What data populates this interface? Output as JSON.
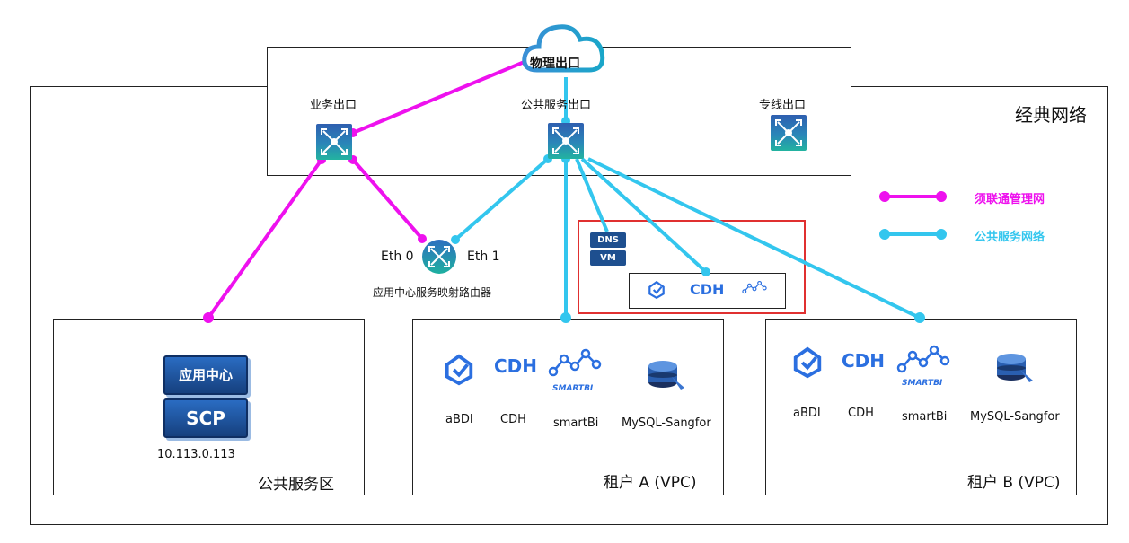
{
  "cloud": {
    "label": "物理出口"
  },
  "classic_network": {
    "title": "经典网络"
  },
  "exits": {
    "business": "业务出口",
    "public_service": "公共服务出口",
    "dedicated": "专线出口"
  },
  "router": {
    "eth0": "Eth 0",
    "eth1": "Eth 1",
    "label": "应用中心服务映射路由器"
  },
  "legend": {
    "items": [
      {
        "label": "须联通管理网",
        "color": "#ee11ee"
      },
      {
        "label": "公共服务网络",
        "color": "#33c6ee"
      }
    ]
  },
  "dns_vm": {
    "dns": "DNS",
    "vm": "VM"
  },
  "zones": {
    "public": {
      "title": "公共服务区",
      "app_center": "应用中心",
      "scp": "SCP",
      "ip": "10.113.0.113"
    },
    "tenant_a": {
      "title": "租户 A (VPC)",
      "apps": [
        "aBDI",
        "CDH",
        "smartBi",
        "MySQL-Sangfor"
      ]
    },
    "tenant_b": {
      "title": "租户 B (VPC)",
      "apps": [
        "aBDI",
        "CDH",
        "smartBi",
        "MySQL-Sangfor"
      ]
    }
  },
  "logos": {
    "cdh": "CDH",
    "smartbi": "SMARTBI"
  },
  "colors": {
    "mgmt": "#ee11ee",
    "public": "#33c6ee",
    "highlight": "#e03030",
    "switch": "#2a86b8"
  }
}
